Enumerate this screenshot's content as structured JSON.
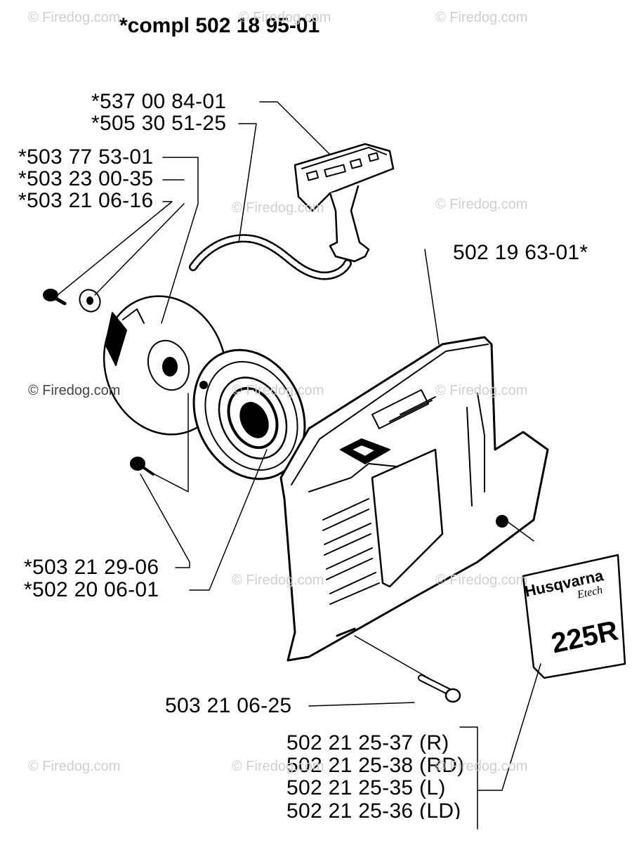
{
  "title": "*compl 502 18 95-01",
  "labels": {
    "handle": "*537 00 84-01",
    "rope": "*505 30 51-25",
    "screw_top": "*503 77 53-01",
    "washer": "*503 23 00-35",
    "spring_screw": "*503 21 06-16",
    "cover": "502 19 63-01*",
    "screw_small": "*503 21 29-06",
    "spring_cassette": "*502 20 06-01",
    "cover_screw": "503 21 06-25",
    "decal_r": "502 21 25-37 (R)",
    "decal_rd": "502 21 25-38 (RD)",
    "decal_l": "502 21 25-35 (L)",
    "decal_ld": "502 21 25-36 (LD)"
  },
  "decal": {
    "brand": "Husqvarna",
    "sub": "Etech",
    "model": "225R"
  },
  "watermark": "© Firedog.com"
}
